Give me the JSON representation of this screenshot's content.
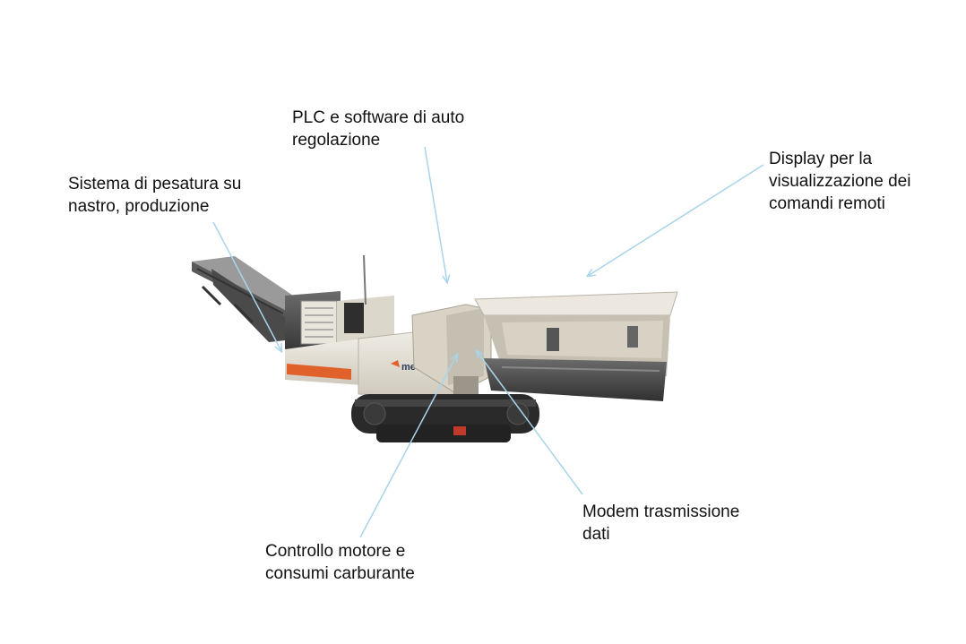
{
  "labels": {
    "plc": {
      "lines": [
        "PLC e software di auto",
        "regolazione"
      ]
    },
    "weighing": {
      "lines": [
        "Sistema di pesatura su",
        "nastro, produzione"
      ]
    },
    "display": {
      "lines": [
        "Display per la",
        "visualizzazione dei",
        "comandi remoti"
      ]
    },
    "modem": {
      "lines": [
        "Modem trasmissione",
        "dati"
      ]
    },
    "engine": {
      "lines": [
        "Controllo motore e",
        "consumi carburante"
      ]
    }
  },
  "machine": {
    "brand": "metso"
  },
  "colors": {
    "leader": "#a9d4ea",
    "body": "#e2ddd2",
    "dark": "#3a3a3a",
    "track": "#2a2a2a",
    "stripe": "#e0622a"
  }
}
